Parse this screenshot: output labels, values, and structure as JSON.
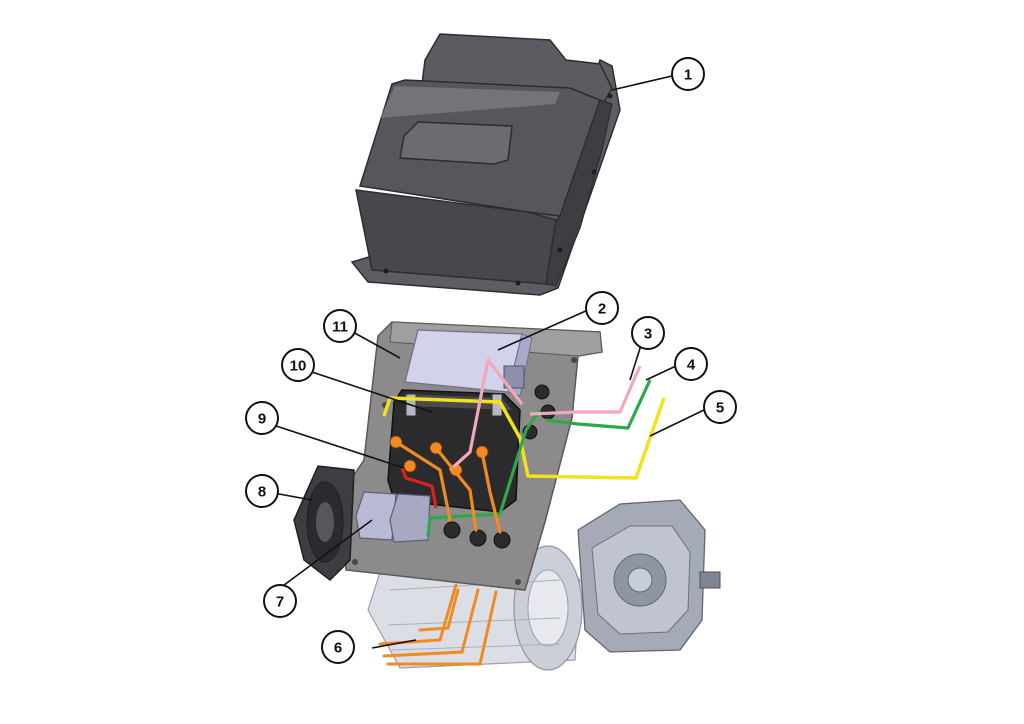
{
  "colors": {
    "background": "#ffffff",
    "housing": "#4f5157",
    "housing_dark": "#3a3c41",
    "housing_light": "#7a7d84",
    "plate": "#8d8a8b",
    "plate_edge": "#5a5859",
    "module_box": "#c9cae3",
    "controller": "#2b2b2e",
    "fan": "#3d3e42",
    "motor": "#c9ccd6",
    "gearbox": "#9aa0ad",
    "wire_pink": "#f2a8b8",
    "wire_green": "#2fa84a",
    "wire_yellow": "#f2e21c",
    "wire_orange": "#f08a24",
    "wire_red": "#e02020",
    "callout_circle": "#ffffff",
    "callout_stroke": "#111111",
    "leader": "#111111"
  },
  "callouts": [
    {
      "id": "1",
      "label": "1"
    },
    {
      "id": "2",
      "label": "2"
    },
    {
      "id": "3",
      "label": "3"
    },
    {
      "id": "4",
      "label": "4"
    },
    {
      "id": "5",
      "label": "5"
    },
    {
      "id": "6",
      "label": "6"
    },
    {
      "id": "7",
      "label": "7"
    },
    {
      "id": "8",
      "label": "8"
    },
    {
      "id": "9",
      "label": "9"
    },
    {
      "id": "10",
      "label": "10"
    },
    {
      "id": "11",
      "label": "11"
    }
  ]
}
